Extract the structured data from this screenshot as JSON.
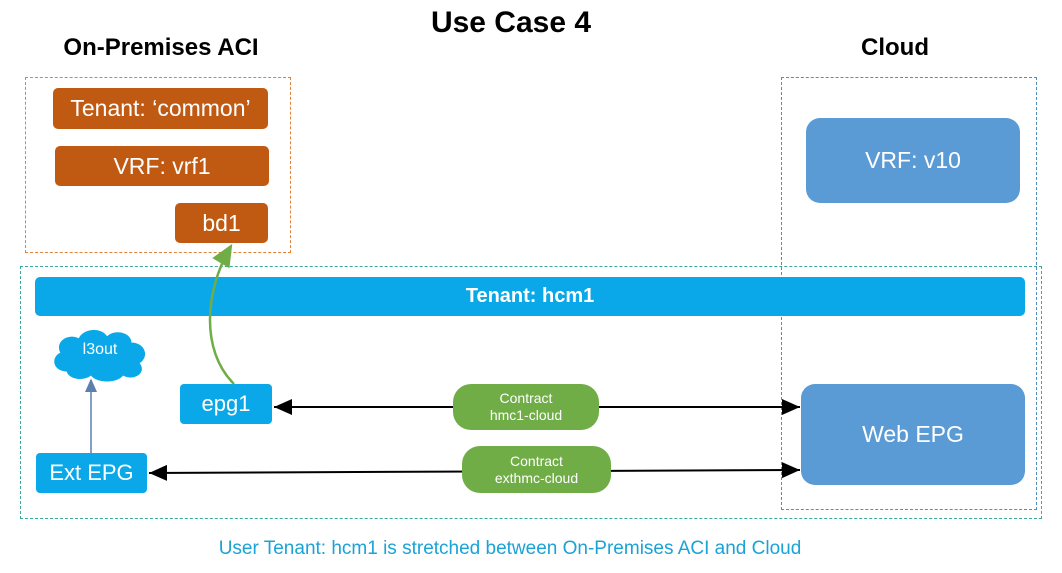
{
  "page": {
    "title": "Use Case 4",
    "caption": "User Tenant: hcm1 is stretched between On-Premises ACI and Cloud"
  },
  "onprem": {
    "heading": "On-Premises ACI",
    "tenant": "Tenant: ‘common’",
    "vrf": "VRF: vrf1",
    "bd": "bd1"
  },
  "cloud": {
    "heading": "Cloud",
    "vrf": "VRF: v10",
    "web_epg": "Web EPG"
  },
  "stretched": {
    "tenant": "Tenant: hcm1",
    "l3out": "l3out",
    "epg1": "epg1",
    "ext_epg": "Ext EPG",
    "contract1": {
      "label": "Contract",
      "name": "hmc1-cloud"
    },
    "contract2": {
      "label": "Contract",
      "name": "exthmc-cloud"
    }
  },
  "colors": {
    "onprem_objects": "#c05a12",
    "tenant_bar": "#0aa8e8",
    "cloud_objects": "#5b9bd5",
    "contracts": "#70ad47",
    "caption": "#1aa3d6"
  }
}
